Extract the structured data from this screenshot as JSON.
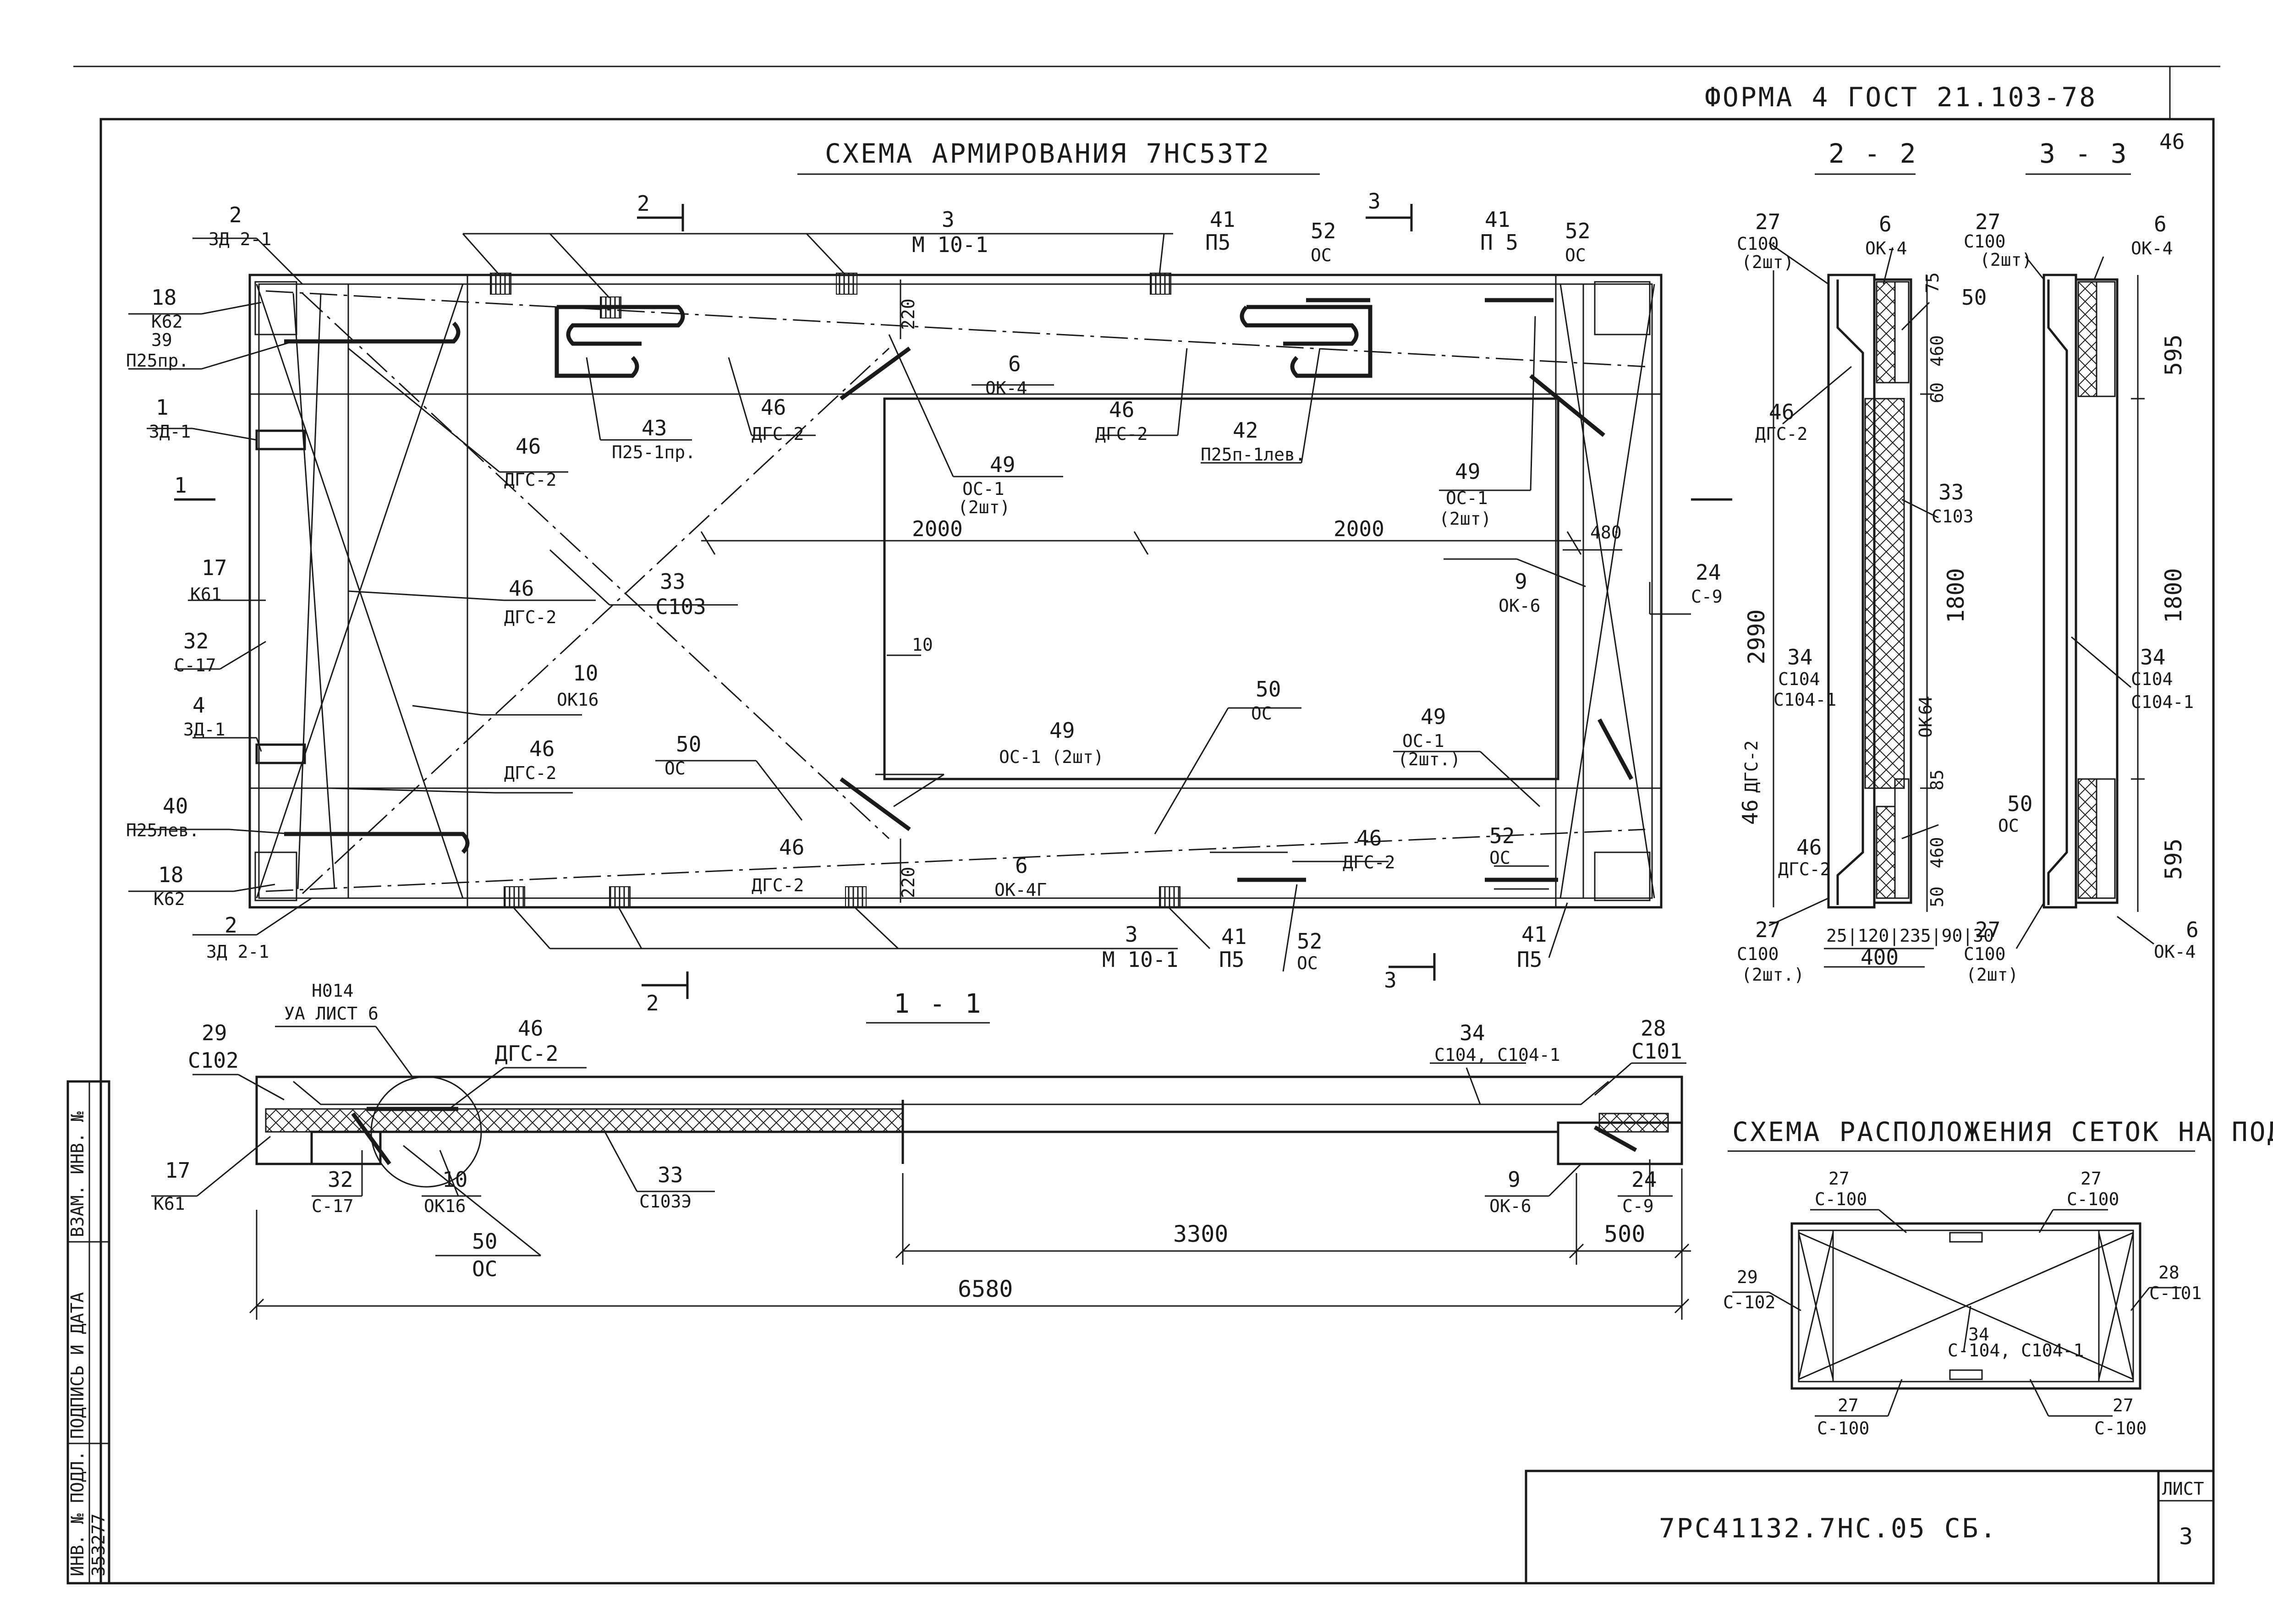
{
  "stamp": {
    "form": "ФОРМА 4  ГОСТ 21.103-78",
    "page_no": "46",
    "code": "7РС41132.7НС.05 СБ.",
    "sheet_label": "ЛИСТ",
    "sheet_value": "3"
  },
  "side_stamp": {
    "inv_podl": "ИНВ. № ПОДЛ.",
    "sign_date": "ПОДПИСЬ И ДАТА",
    "vzam": "ВЗАМ. ИНВ. №",
    "number": "353277"
  },
  "titles": {
    "plan": "СХЕМА АРМИРОВАНИЯ 7НС53Т2",
    "sec22": "2 - 2",
    "sec33": "3 - 3",
    "sec11": "1 - 1",
    "meshes": "СХЕМА РАСПОЛОЖЕНИЯ СЕТОК НА ПОДДОНЕ"
  },
  "plan_labels": {
    "l2_top": "2",
    "l2_top_b": "3Д 2-1",
    "cut2_top": "2",
    "l3_top": "3",
    "l3_top_b": "М 10-1",
    "l41a": "41",
    "l41a_b": "П5",
    "l52a": "52",
    "l52a_b": "ОС",
    "cut3_top": "3",
    "l41b": "41",
    "l41b_b": "П 5",
    "l52b": "52",
    "l52b_b": "ОС",
    "l18a": "18",
    "l18a_b": "К62",
    "l39": "39",
    "l39_b": "П25пр.",
    "l1": "1",
    "l1_b": "3Д-1",
    "cut1": "1",
    "l46a": "46",
    "l46a_b": "ДГС-2",
    "l43": "43",
    "l43_b": "П25-1пр.",
    "l46b": "46",
    "l46b_b": "ДГС-2",
    "l6a": "6",
    "l6a_b": "ОК-4",
    "l46c": "46",
    "l46c_b": "ДГС-2",
    "l42": "42",
    "l42_b": "П25п-1лев.",
    "l49a": "49",
    "l49a_b": "ОС-1",
    "l49a_c": "(2шт)",
    "l49b": "49",
    "l49b_b": "ОС-1",
    "l49b_c": "(2шт)",
    "d2000a": "2000",
    "d2000b": "2000",
    "d220a": "220",
    "d480": "480",
    "l17": "17",
    "l17_b": "К61",
    "l46d": "46",
    "l46d_b": "ДГС-2",
    "l33": "33",
    "l33_b": "С103",
    "l9": "9",
    "l9_b": "ОК-6",
    "l24": "24",
    "l24_b": "С-9",
    "l32": "32",
    "l32_b": "С-17",
    "d10": "10",
    "l10": "10",
    "l10_b": "ОК16",
    "l4": "4",
    "l4_b": "3Д-1",
    "l46e": "46",
    "l46e_b": "ДГС-2",
    "l50a": "50",
    "l50a_b": "ОС",
    "l49c": "49",
    "l49c_b": "ОС-1 (2шт)",
    "l50b": "50",
    "l50b_b": "ОС",
    "l49d": "49",
    "l49d_b": "ОС-1",
    "l49d_c": "(2шт.)",
    "l40": "40",
    "l40_b": "П25лев.",
    "l46f": "46",
    "l46f_b": "ДГС-2",
    "l6b": "6",
    "l6b_b": "ОК-4Г",
    "l46g": "46",
    "l46g_b": "ДГС-2",
    "l52c": "52",
    "l52c_b": "ОС",
    "d220b": "220",
    "l18b": "18",
    "l18b_b": "К62",
    "l2_bot": "2",
    "l2_bot_b": "3Д 2-1",
    "l3_bot": "3",
    "l3_bot_b": "М 10-1",
    "l41c": "41",
    "l41c_b": "П5",
    "l52d": "52",
    "l52d_b": "ОС",
    "cut3_bot": "3",
    "l41d": "41",
    "l41d_b": "П5",
    "cut2_bot": "2"
  },
  "sec22_labels": {
    "l27a": "27",
    "l27a_b": "С100",
    "l27a_c": "(2шт)",
    "l6": "6",
    "l6_b": "ОК-4",
    "d75": "75",
    "l50": "50",
    "d460a": "460",
    "d60a": "60",
    "l46a": "46",
    "l46a_b": "ДГС-2",
    "l33": "33",
    "l33_b": "С103",
    "d2990": "2990",
    "d1800": "1800",
    "l34": "34",
    "l34_b": "С104",
    "l34_c": "С104-1",
    "l6v": "6",
    "l6v_b": "ОК-4",
    "d85": "85",
    "d460b": "460",
    "d50b": "50",
    "l46v": "46",
    "l46v_b": "ДГС-2",
    "l46b": "46",
    "l46b_b": "ДГС-2",
    "l50b": "50",
    "l50b_b": "ОС",
    "l27b": "27",
    "l27b_b": "С100",
    "l27b_c": "(2шт.)",
    "dims": "25|120|235|90|30",
    "d400": "400"
  },
  "sec33_labels": {
    "l27a": "27",
    "l27a_b": "С100",
    "l27a_c": "(2шт)",
    "l6a": "6",
    "l6a_b": "ОК-4",
    "d595a": "595",
    "d1800": "1800",
    "l34": "34",
    "l34_b": "С104",
    "l34_c": "С104-1",
    "d595b": "595",
    "l27b": "27",
    "l27b_b": "С100",
    "l27b_c": "(2шт)",
    "l6b": "6",
    "l6b_b": "ОК-4"
  },
  "sec11_labels": {
    "l29": "29",
    "l29_b": "С102",
    "knot": "Н014",
    "knot_b": "УА ЛИСТ 6",
    "l46": "46",
    "l46_b": "ДГС-2",
    "l34": "34",
    "l34_b": "С104, С104-1",
    "l28": "28",
    "l28_b": "С101",
    "l17": "17",
    "l17_b": "К61",
    "l32": "32",
    "l32_b": "С-17",
    "l10": "10",
    "l10_b": "ОК16",
    "l33": "33",
    "l33_b": "С103Э",
    "l9": "9",
    "l9_b": "ОК-6",
    "l24": "24",
    "l24_b": "С-9",
    "l50": "50",
    "l50_b": "ОС",
    "d3300": "3300",
    "d500": "500",
    "d6580": "6580"
  },
  "mesh_labels": {
    "l27a": "27",
    "l27a_b": "С-100",
    "l27b": "27",
    "l27b_b": "С-100",
    "l29": "29",
    "l29_b": "С-102",
    "l28": "28",
    "l28_b": "С-101",
    "l34": "34",
    "l34_b": "С-104, С104-1",
    "l27c": "27",
    "l27c_b": "С-100",
    "l27d": "27",
    "l27d_b": "С-100"
  }
}
